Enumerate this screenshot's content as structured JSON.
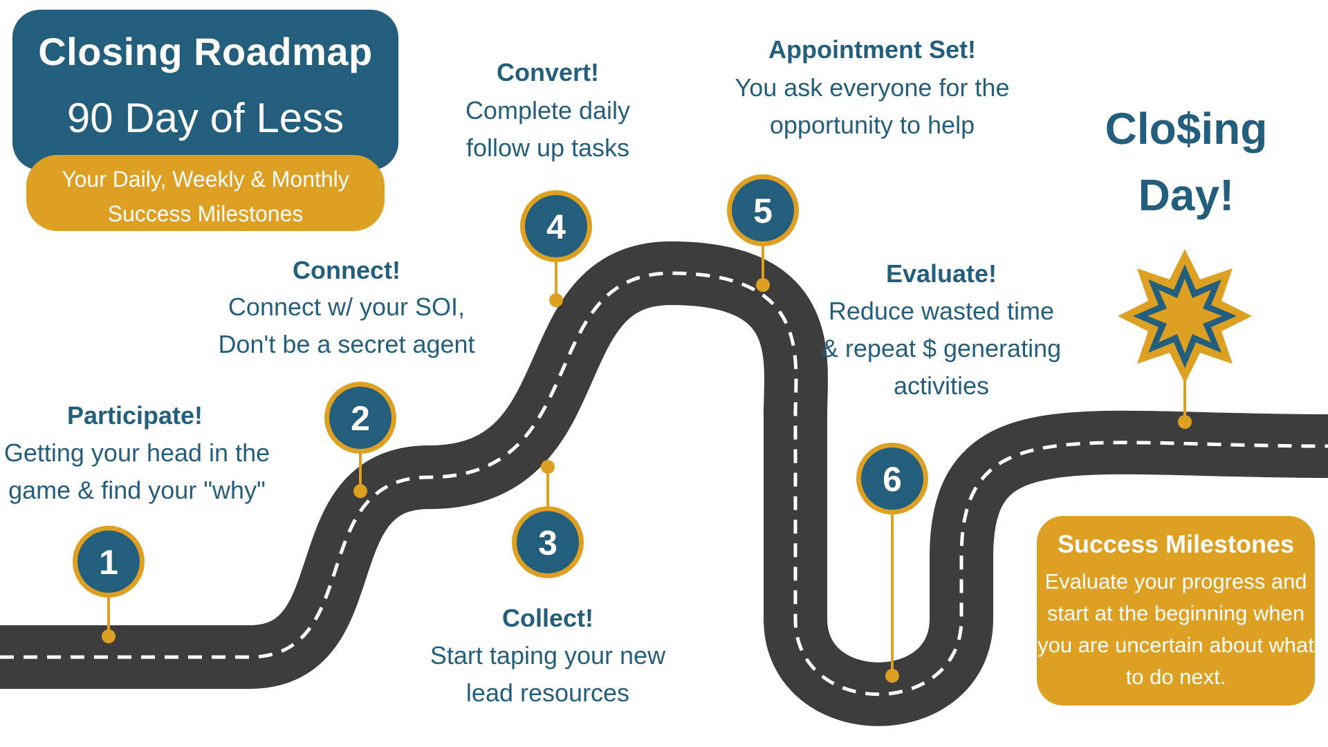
{
  "header": {
    "title": "Closing Roadmap",
    "subtitle": "90 Day of Less",
    "tagline_line1": "Your Daily, Weekly & Monthly",
    "tagline_line2": "Success  Milestones"
  },
  "steps": [
    {
      "number": "1",
      "title": "Participate!",
      "line1": "Getting your head in the",
      "line2": "game & find your \"why\""
    },
    {
      "number": "2",
      "title": "Connect!",
      "line1": "Connect w/ your SOI,",
      "line2": "Don't be a secret agent"
    },
    {
      "number": "3",
      "title": "Collect!",
      "line1": "Start taping your new",
      "line2": "lead resources"
    },
    {
      "number": "4",
      "title": "Convert!",
      "line1": "Complete daily",
      "line2": "follow up tasks"
    },
    {
      "number": "5",
      "title": "Appointment Set!",
      "line1": "You ask everyone for the",
      "line2": "opportunity to help"
    },
    {
      "number": "6",
      "title": "Evaluate!",
      "line1": "Reduce wasted time",
      "line2": "& repeat $ generating",
      "line3": "activities"
    }
  ],
  "closing": {
    "line1": "Clo$ing",
    "line2": "Day!"
  },
  "milestone_note": {
    "title": "Success Milestones",
    "line1": "Evaluate your progress and",
    "line2": "start at the beginning when",
    "line3": "you are uncertain about what",
    "line4": "to do next."
  },
  "colors": {
    "navy": "#245e7d",
    "gold": "#dea022",
    "road": "#3d3d3d",
    "lane": "#ffffff"
  },
  "icons": {
    "finish_marker": "eight-point-star-icon"
  }
}
